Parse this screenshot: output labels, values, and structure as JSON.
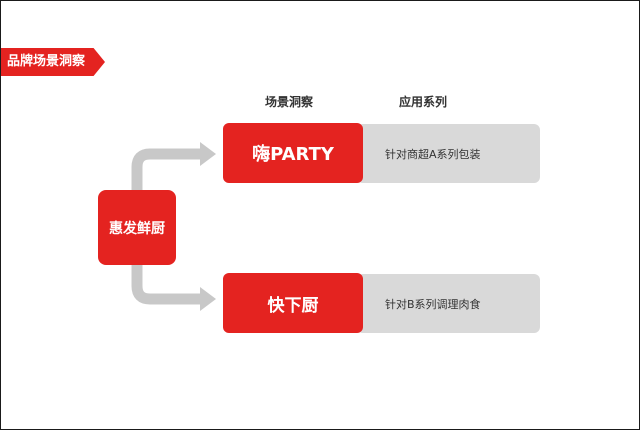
{
  "title": "品牌场景洞察",
  "headers": {
    "scene": "场景洞察",
    "application": "应用系列"
  },
  "source": {
    "label": "惠发鲜厨"
  },
  "rows": [
    {
      "scene": "嗨PARTY",
      "application": "针对商超A系列包装"
    },
    {
      "scene": "快下厨",
      "application": "针对B系列调理肉食"
    }
  ],
  "colors": {
    "accent": "#e42320",
    "panel": "#d9d9d9",
    "arrow": "#c8c8c8"
  }
}
